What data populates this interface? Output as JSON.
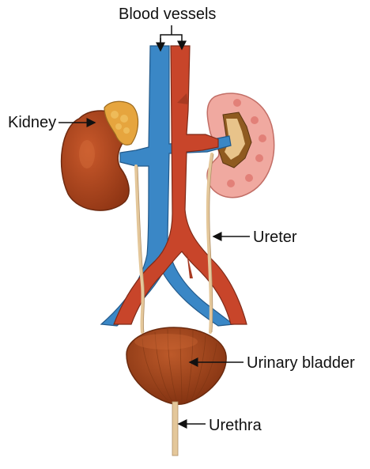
{
  "labels": {
    "blood_vessels": "Blood vessels",
    "kidney": "Kidney",
    "ureter": "Ureter",
    "urinary_bladder": "Urinary bladder",
    "urethra": "Urethra"
  },
  "colors": {
    "vein": "#3a87c6",
    "artery": "#c8452a",
    "kidney": "#b54a22",
    "kidney_section": "#f0a9a0",
    "adrenal": "#e0a23c",
    "ureter": "#e4c79a",
    "bladder": "#a9491f",
    "pointer": "#111111"
  }
}
